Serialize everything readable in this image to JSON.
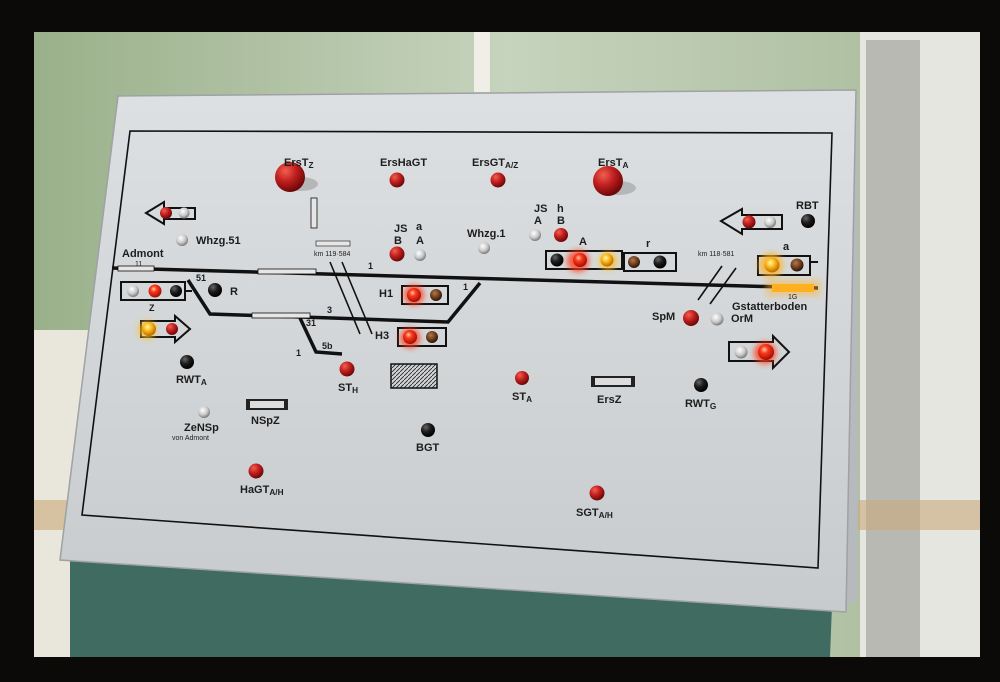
{
  "panel": {
    "labels": {
      "ers_tz_main": "ErsT",
      "ers_tz_sub": "Z",
      "ers_hagt": "ErsHaGT",
      "ers_gt_main": "ErsGT",
      "ers_gt_sub": "A/Z",
      "ers_ta_main": "ErsT",
      "ers_ta_sub": "A",
      "rbt": "RBT",
      "whzg51": "Whzg.51",
      "js_b_top": "JS",
      "js_b_bottom": "B",
      "a_top": "a",
      "a_bottom": "A",
      "whzg1": "Whzg.1",
      "js_a_top": "JS",
      "js_a_bottom": "A",
      "h_top": "h",
      "h_bottom": "B",
      "sig_a": "A",
      "sig_r": "r",
      "sig_a_small": "a",
      "admont": "Admont",
      "admont_num": "11",
      "km_left": "km 119·584",
      "km_right": "km 118·581",
      "track_1": "1",
      "track_1b": "1",
      "track_51": "51",
      "track_3": "3",
      "track_31": "31",
      "track_5b": "5b",
      "track_1c": "1",
      "z": "Z",
      "r": "R",
      "h1": "H1",
      "h3": "H3",
      "spm": "SpM",
      "orm": "OrM",
      "gstatterboden": "Gstatterboden",
      "ig": "1G",
      "rwt_a_main": "RWT",
      "rwt_a_sub": "A",
      "st_h_main": "ST",
      "st_h_sub": "H",
      "st_a_main": "ST",
      "st_a_sub": "A",
      "ers_z": "ErsZ",
      "rwt_g_main": "RWT",
      "rwt_g_sub": "G",
      "zensp": "ZeNSp",
      "von_admont": "von Admont",
      "nspz": "NSpZ",
      "bgt": "BGT",
      "hagt_main": "HaGT",
      "hagt_sub": "A/H",
      "sgt_main": "SGT",
      "sgt_sub": "A/H"
    },
    "colors": {
      "panel": "#d3d6d8",
      "button_red": "#b81d1d",
      "lamp_red_on": "#ff3b1a",
      "lamp_yellow_on": "#ffc020",
      "track": "#111111",
      "base_green": "#3f6b61"
    }
  }
}
